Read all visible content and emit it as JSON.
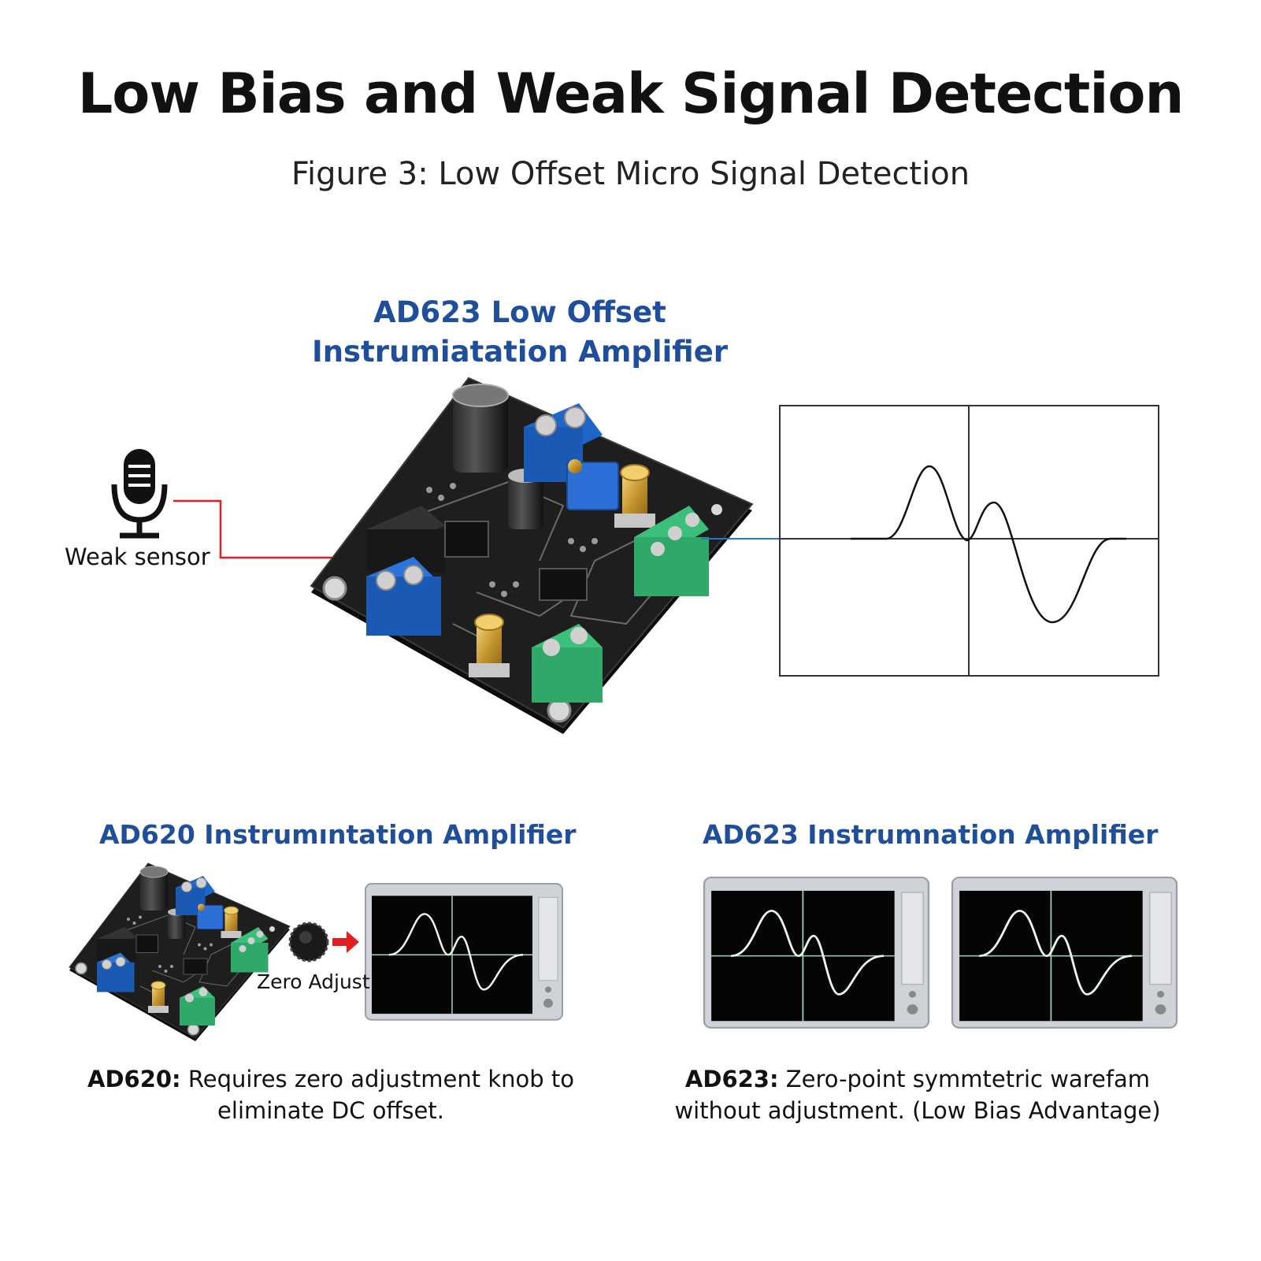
{
  "title": "Low Bias and Weak Signal Detection",
  "subtitle": "Figure 3: Low Offset Micro Signal Detection",
  "top_amplifier": {
    "title_line1": "AD623 Low Offset",
    "title_line2": "Instrumiatation Amplifier"
  },
  "sensor": {
    "label": "Weak sensor"
  },
  "ad620": {
    "title": "AD620 Instrumıntation Amplifier",
    "knob_label": "Zero Adjust",
    "caption_bold": "AD620:",
    "caption_line1": " Requires zero adjustment knob to",
    "caption_line2": "eliminate DC offset."
  },
  "ad623": {
    "title": "AD623 Instrumnation Amplifier",
    "caption_bold": "AD623:",
    "caption_line1": " Zero-point symmtetric warefam",
    "caption_line2": "without adjustment. (Low Bias Advantage)"
  },
  "colors": {
    "heading_blue": "#1f4f9b",
    "wire_red": "#e02020",
    "wire_blue": "#1e78d0",
    "scope_trace": "#9fd6b8",
    "terminal_blue": "#1f66c9",
    "terminal_green": "#2fa86a",
    "pcb": "#1c1c1c"
  }
}
